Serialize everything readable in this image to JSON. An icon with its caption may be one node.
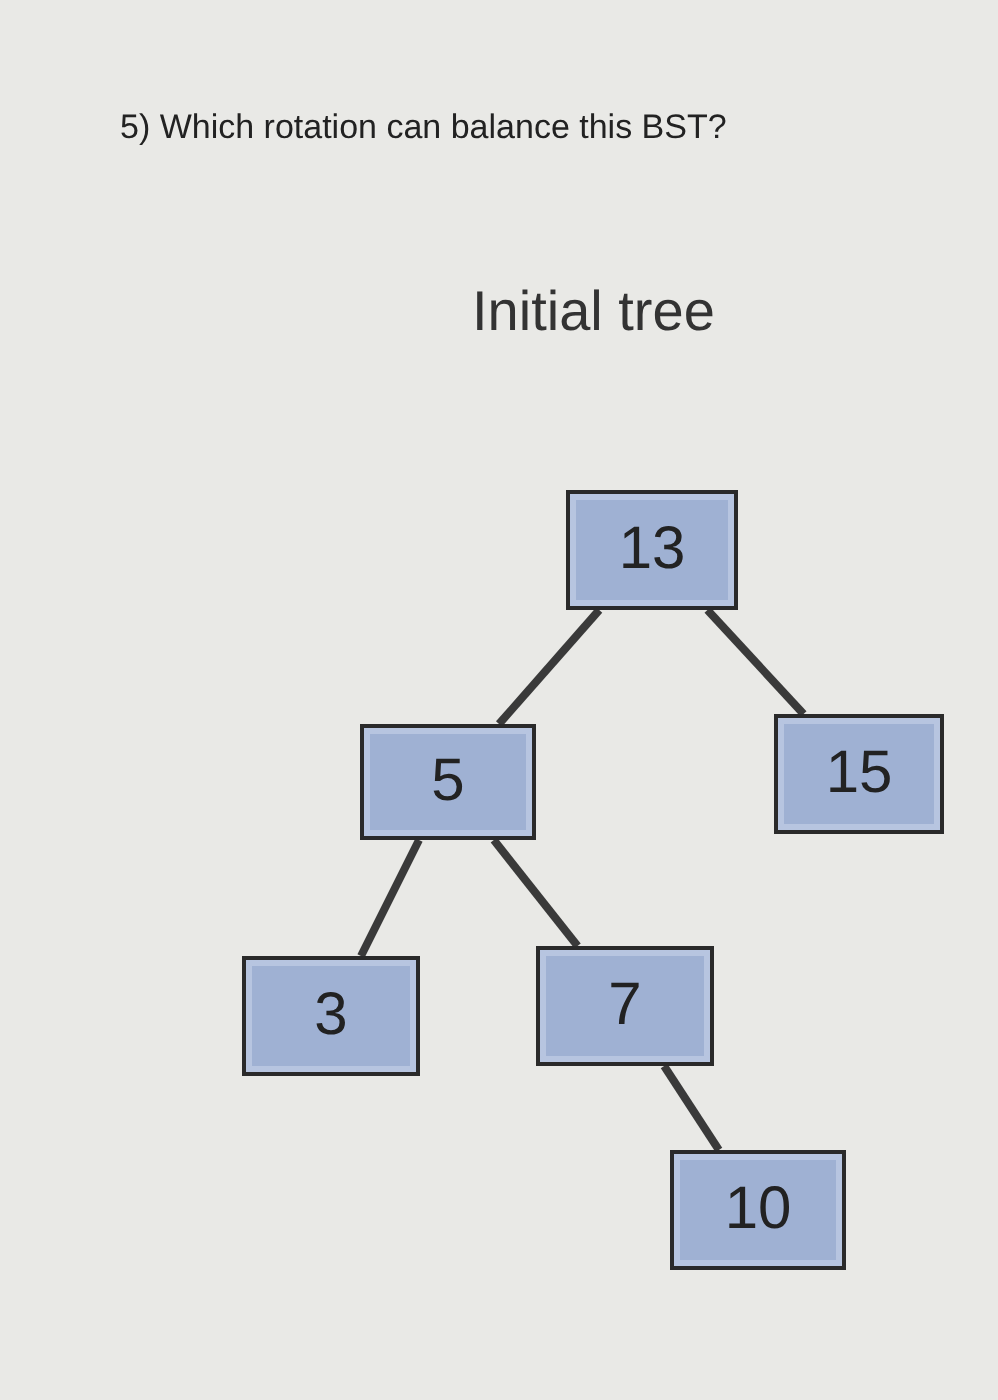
{
  "diagram": {
    "title": "5) Which rotation can balance this BST?",
    "labels": [
      "Initial tree"
    ],
    "nodes": [
      {
        "text": [
          "13"
        ]
      },
      {
        "text": [
          "5"
        ]
      },
      {
        "text": [
          "15"
        ]
      },
      {
        "text": [
          "3"
        ]
      },
      {
        "text": [
          "7"
        ]
      },
      {
        "text": [
          "10"
        ]
      }
    ],
    "edges": [
      {
        "from": 0,
        "to": 1,
        "arrow": "none"
      },
      {
        "from": 0,
        "to": 2,
        "arrow": "none"
      },
      {
        "from": 1,
        "to": 3,
        "arrow": "none"
      },
      {
        "from": 1,
        "to": 4,
        "arrow": "none"
      },
      {
        "from": 4,
        "to": 5,
        "arrow": "none"
      }
    ]
  }
}
